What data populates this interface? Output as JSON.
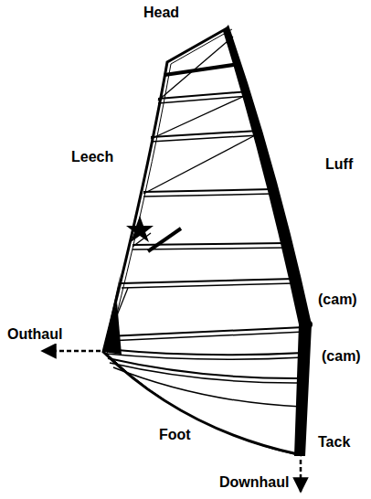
{
  "diagram": {
    "labels": [
      "Head",
      "Leech",
      "Luff",
      "(cam)",
      "(cam)",
      "Outhaul",
      "Foot",
      "Tack",
      "Downhaul"
    ]
  }
}
